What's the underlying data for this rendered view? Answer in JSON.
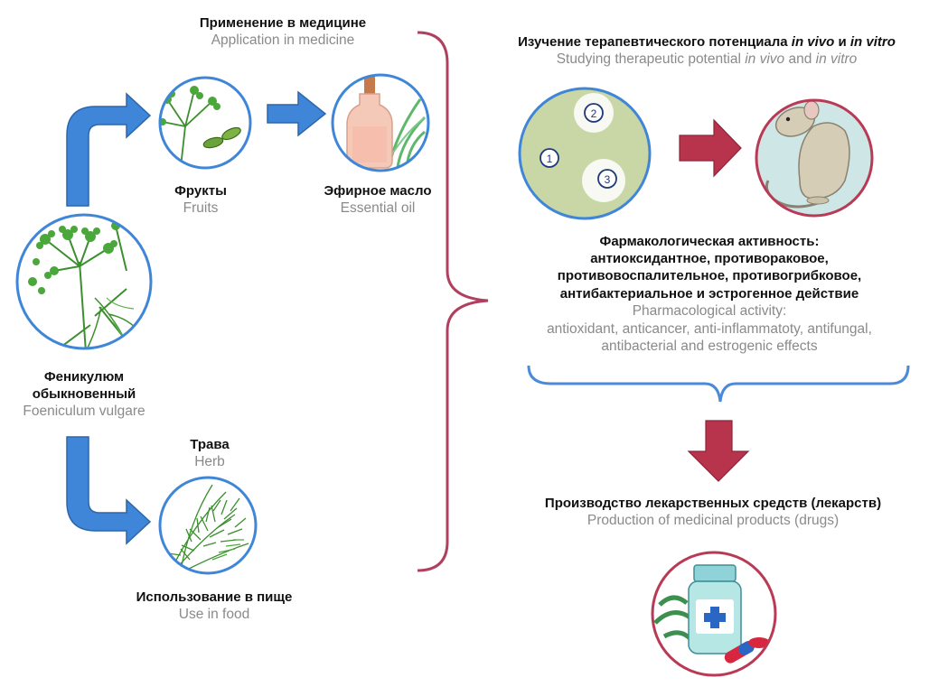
{
  "medicine": {
    "ru": "Применение в медицине",
    "en": "Application in medicine"
  },
  "fruits": {
    "ru": "Фрукты",
    "en": "Fruits"
  },
  "oil": {
    "ru": "Эфирное масло",
    "en": "Essential oil"
  },
  "plant": {
    "ru_line1": "Феникулюм",
    "ru_line2": "обыкновенный",
    "en": "Foeniculum vulgare"
  },
  "herb": {
    "ru": "Трава",
    "en": "Herb"
  },
  "food": {
    "ru": "Использование в пище",
    "en": "Use in food"
  },
  "study": {
    "ru_prefix": "Изучение терапевтического потенциала ",
    "ru_invivo": "in vivo",
    "ru_and": " и ",
    "ru_invitro": "in vitro",
    "en_prefix": "Studying therapeutic potential ",
    "en_invivo": "in vivo",
    "en_and": " and ",
    "en_invitro": "in vitro"
  },
  "petri": {
    "labels": [
      "1",
      "2",
      "3"
    ]
  },
  "activity": {
    "ru_lines": [
      "Фармакологическая активность:",
      "антиоксидантное, противораковое,",
      "противовоспалительное, противогрибковое,",
      "антибактериальное и эстрогенное действие"
    ],
    "en_lines": [
      "Pharmacological activity:",
      "antioxidant, anticancer, anti-inflammatoty, antifungal,",
      "antibacterial and estrogenic effects"
    ]
  },
  "production": {
    "ru": "Производство лекарственных средств (лекарств)",
    "en": "Production of medicinal products (drugs)"
  },
  "colors": {
    "blue_arrow": "#3f86d8",
    "red_arrow": "#b8344d",
    "circle_blue": "#3f86d8",
    "circle_red": "#b83a55",
    "brace_red": "#b04060",
    "brace_blue": "#4a8ad8",
    "petri_fill": "#c9d7a6",
    "mouse_bg": "#cfe6e7"
  }
}
